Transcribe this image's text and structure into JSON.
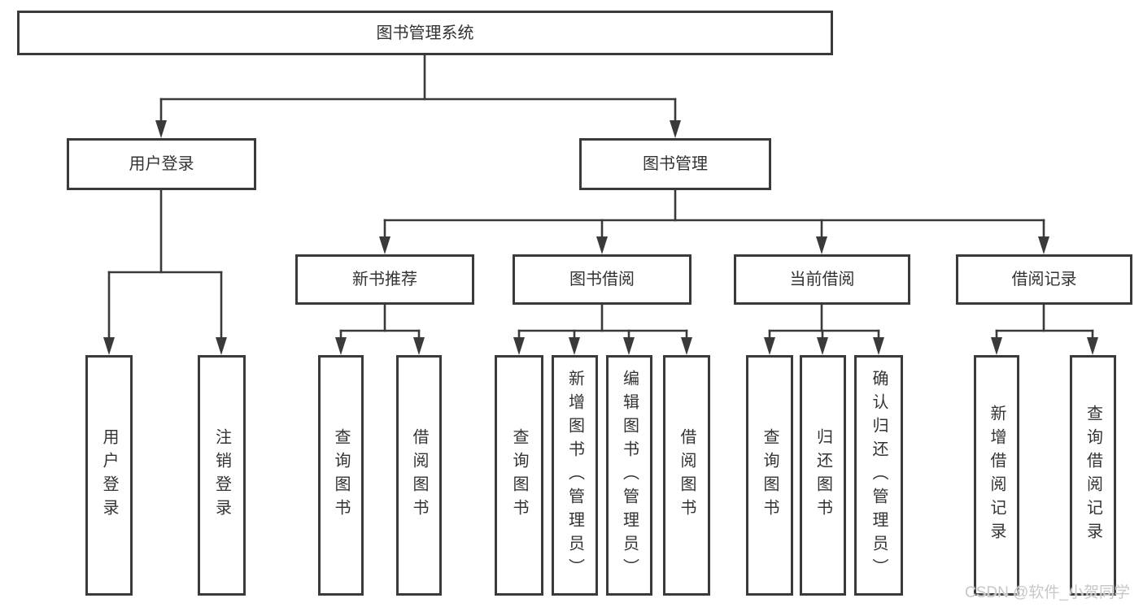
{
  "diagram": {
    "type": "hierarchy-flowchart",
    "tree": {
      "label": "图书管理系统",
      "children": [
        {
          "label": "用户登录",
          "children": [
            {
              "label": "用户登录"
            },
            {
              "label": "注销登录"
            }
          ]
        },
        {
          "label": "图书管理",
          "children": [
            {
              "label": "新书推荐",
              "children": [
                {
                  "label": "查询图书"
                },
                {
                  "label": "借阅图书"
                }
              ]
            },
            {
              "label": "图书借阅",
              "children": [
                {
                  "label": "查询图书"
                },
                {
                  "label": "新增图书（管理员）"
                },
                {
                  "label": "编辑图书（管理员）"
                },
                {
                  "label": "借阅图书"
                }
              ]
            },
            {
              "label": "当前借阅",
              "children": [
                {
                  "label": "查询图书"
                },
                {
                  "label": "归还图书"
                },
                {
                  "label": "确认归还（管理员）"
                }
              ]
            },
            {
              "label": "借阅记录",
              "children": [
                {
                  "label": "新增借阅记录"
                },
                {
                  "label": "查询借阅记录"
                }
              ]
            }
          ]
        }
      ]
    }
  },
  "watermark": "CSDN @软件_小贺同学",
  "colors": {
    "line": "#3a3a3a",
    "box_border": "#3a3a3a",
    "text": "#333333",
    "watermark": "#c7c7c7",
    "background": "#ffffff"
  }
}
